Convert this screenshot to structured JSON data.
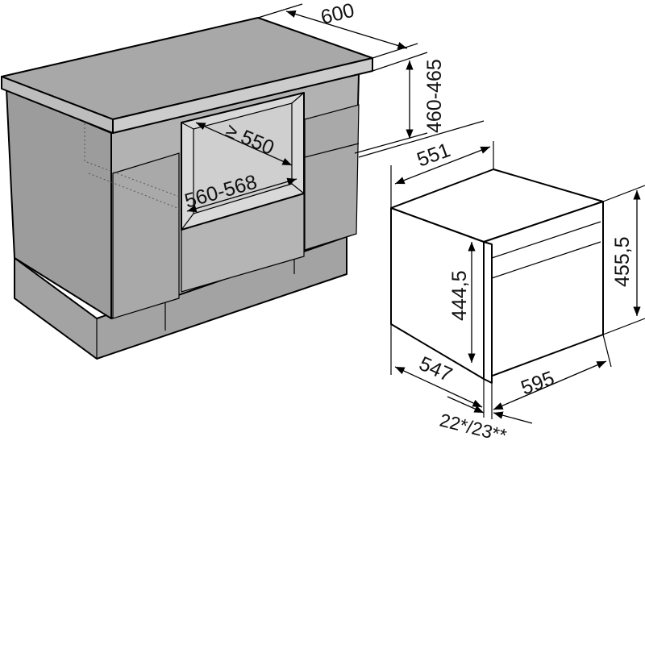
{
  "colors": {
    "cabinet_light": "#b4b4b4",
    "cabinet_mid": "#a6a6a6",
    "cabinet_dark": "#8f8f8f",
    "worktop_top": "#a9a9a9",
    "worktop_front": "#cfcfcf",
    "niche_back": "#d8d8d8",
    "outline": "#000000",
    "background": "#ffffff"
  },
  "cabinet_dimensions": {
    "worktop_depth": "600",
    "worktop_height": "460-465",
    "niche_depth": "≥ 550",
    "niche_width": "560-568"
  },
  "oven_dimensions": {
    "top_depth": "551",
    "total_height": "455,5",
    "body_height": "444,5",
    "body_depth": "547",
    "front_width": "595",
    "front_thickness": "22*/23**"
  }
}
